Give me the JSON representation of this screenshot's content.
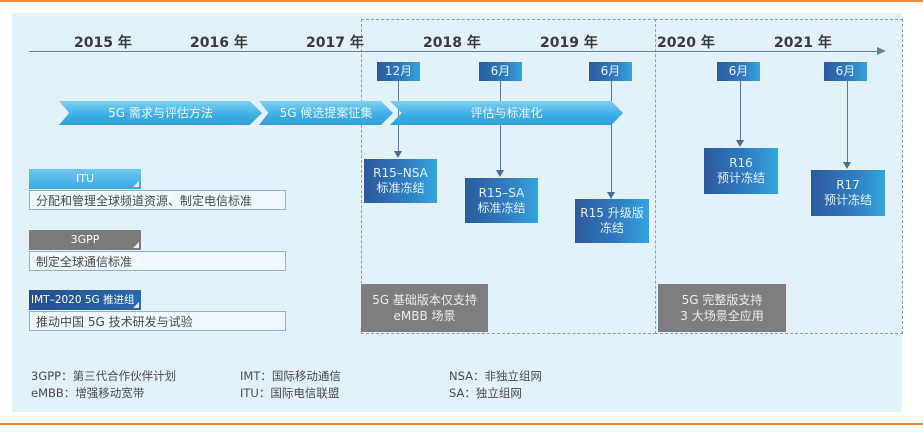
{
  "timeline": {
    "years": [
      "2015 年",
      "2016 年",
      "2017 年",
      "2018 年",
      "2019 年",
      "2020 年",
      "2021 年"
    ],
    "months": [
      "12月",
      "6月",
      "6月",
      "6月",
      "6月"
    ],
    "phases": [
      "5G 需求与评估方法",
      "5G 候选提案征集",
      "评估与标准化"
    ]
  },
  "releases": [
    {
      "line1": "R15–NSA",
      "line2": "标准冻结"
    },
    {
      "line1": "R15–SA",
      "line2": "标准冻结"
    },
    {
      "line1": "R15 升级版",
      "line2": "冻结"
    },
    {
      "line1": "R16",
      "line2": "预计冻结"
    },
    {
      "line1": "R17",
      "line2": "预计冻结"
    }
  ],
  "milestones": [
    {
      "line1": "5G 基础版本仅支持",
      "line2": "eMBB 场景"
    },
    {
      "line1": "5G 完整版支持",
      "line2": "3 大场景全应用"
    }
  ],
  "organizations": [
    {
      "name": "ITU",
      "desc": "分配和管理全球频道资源、制定电信标准",
      "color": "#3fb0e6"
    },
    {
      "name": "3GPP",
      "desc": "制定全球通信标准",
      "color": "#7a7a7a"
    },
    {
      "name": "IMT–2020 5G 推进组",
      "desc": "推动中国 5G 技术研发与试验",
      "color": "#2a5c9e"
    }
  ],
  "legend": [
    {
      "text": "3GPP：第三代合作伙伴计划"
    },
    {
      "text": "eMBB：增强移动宽带"
    },
    {
      "text": "IMT：国际移动通信"
    },
    {
      "text": "ITU：国际电信联盟"
    },
    {
      "text": "NSA：非独立组网"
    },
    {
      "text": "SA：独立组网"
    }
  ],
  "colors": {
    "accent_line": "#ef8a3a",
    "panel": "#e3f2fa",
    "dark_blue": "#2a5c9e",
    "light_blue": "#3fb0e6",
    "grey": "#7d7d7d"
  }
}
